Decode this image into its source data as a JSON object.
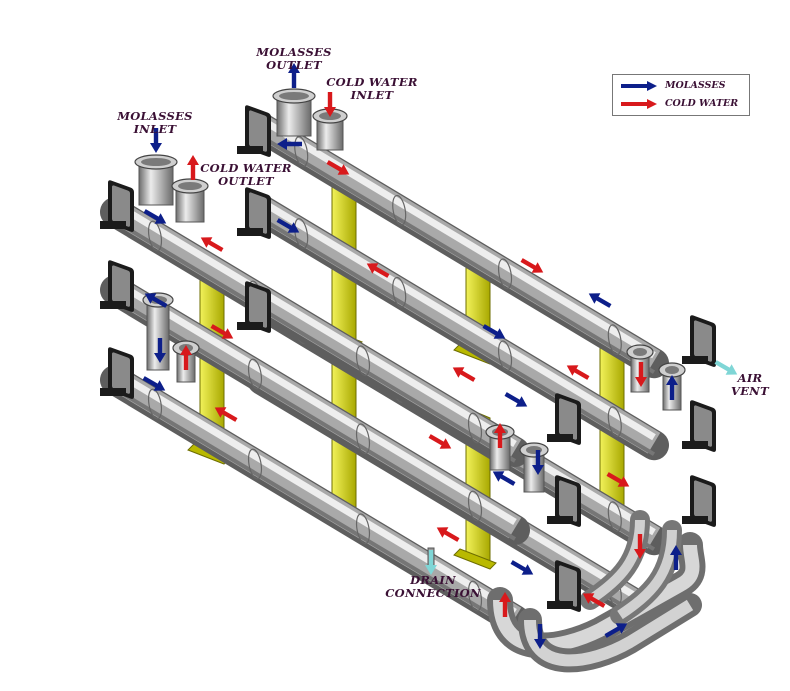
{
  "labels": {
    "molasses_outlet_1": "MOLASSES",
    "molasses_outlet_2": "OUTLET",
    "cold_water_inlet_1": "COLD WATER",
    "cold_water_inlet_2": "INLET",
    "molasses_inlet_1": "MOLASSES",
    "molasses_inlet_2": "INLET",
    "cold_water_outlet_1": "COLD WATER",
    "cold_water_outlet_2": "OUTLET",
    "air_vent_1": "AIR",
    "air_vent_2": "VENT",
    "drain_1": "DRAIN",
    "drain_2": "CONNECTION"
  },
  "legend": {
    "molasses": "MOLASSES",
    "cold_water": "COLD WATER"
  },
  "colors": {
    "molasses": "#0d1f8a",
    "cold_water": "#d8191c",
    "air_vent": "#7fd6d6",
    "support": "#d4d400",
    "pipe_light": "#dcdcdc",
    "pipe_dark": "#7b7b7b",
    "flange": "#1b1b1b",
    "label": "#3a1034"
  },
  "icons": {
    "flow_arrow": "arrow-icon",
    "flange": "flange-icon"
  }
}
